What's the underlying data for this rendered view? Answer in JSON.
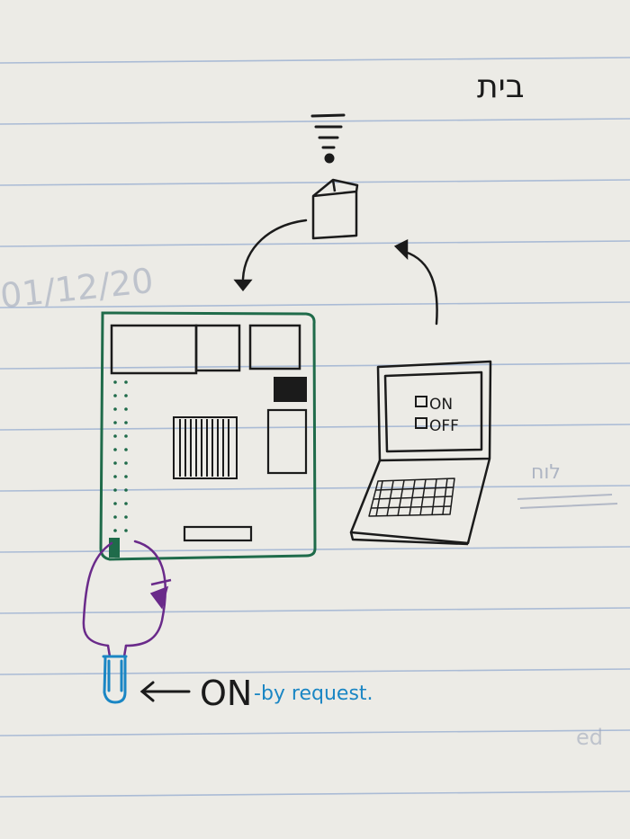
{
  "page": {
    "heading_hebrew": "בית",
    "date_bleed": "01/12/20",
    "margin_note": "לוח",
    "bottom_right_bleed": "ed"
  },
  "laptop": {
    "screen_on_label": "ON",
    "screen_off_label": "OFF"
  },
  "annotation": {
    "on_label": "ON",
    "request_label": "-by request."
  },
  "colors": {
    "paper": "#ecebe6",
    "ruled_line": "#9fb3d3",
    "ink_black": "#1b1b1b",
    "ink_green": "#1f6b4a",
    "ink_purple": "#6a2a8a",
    "ink_blue": "#1a86c4",
    "ghost_ink": "#9aa3b8"
  },
  "icons": [
    "wifi-signal-icon",
    "cube-module-icon",
    "diode-icon",
    "arrow-left-icon"
  ]
}
